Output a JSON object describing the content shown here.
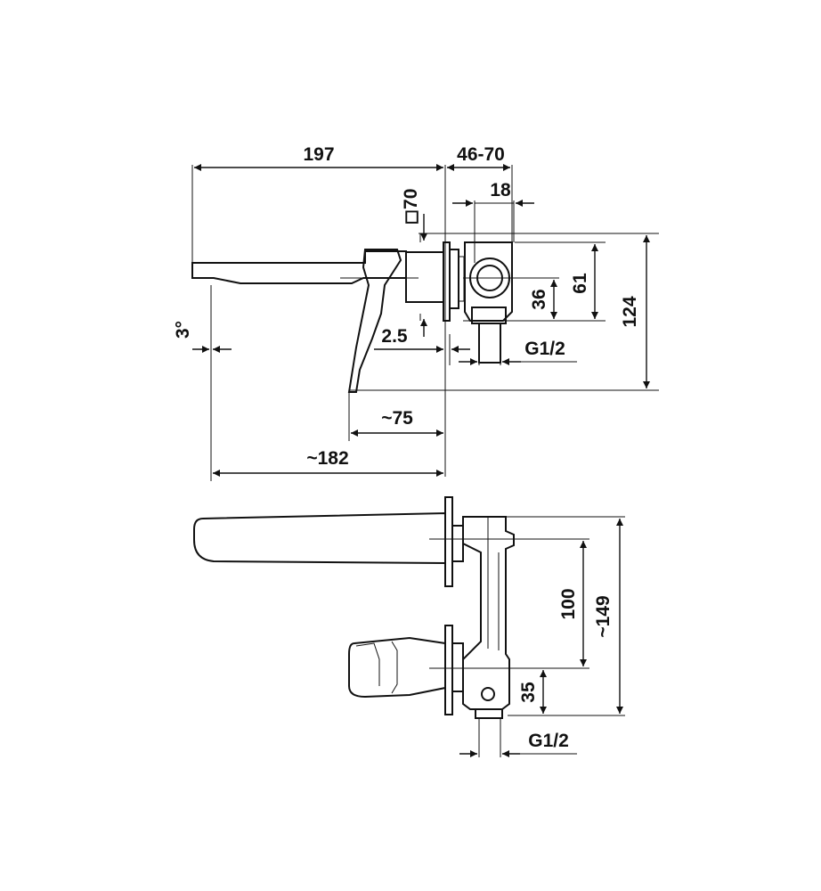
{
  "diagram": {
    "side_view": {
      "dim_spout_length": "197",
      "dim_wall_range": "46-70",
      "dim_rosette": "◻70",
      "dim_body_width": "18",
      "dim_height_61": "61",
      "dim_height_36": "36",
      "dim_height_124": "124",
      "dim_angle": "3°",
      "dim_2_5": "2.5",
      "dim_thread": "G1/2",
      "dim_lever": "~75",
      "dim_projection": "~182"
    },
    "top_view": {
      "dim_spacing": "100",
      "dim_total": "~149",
      "dim_bottom": "35",
      "dim_thread": "G1/2"
    }
  }
}
